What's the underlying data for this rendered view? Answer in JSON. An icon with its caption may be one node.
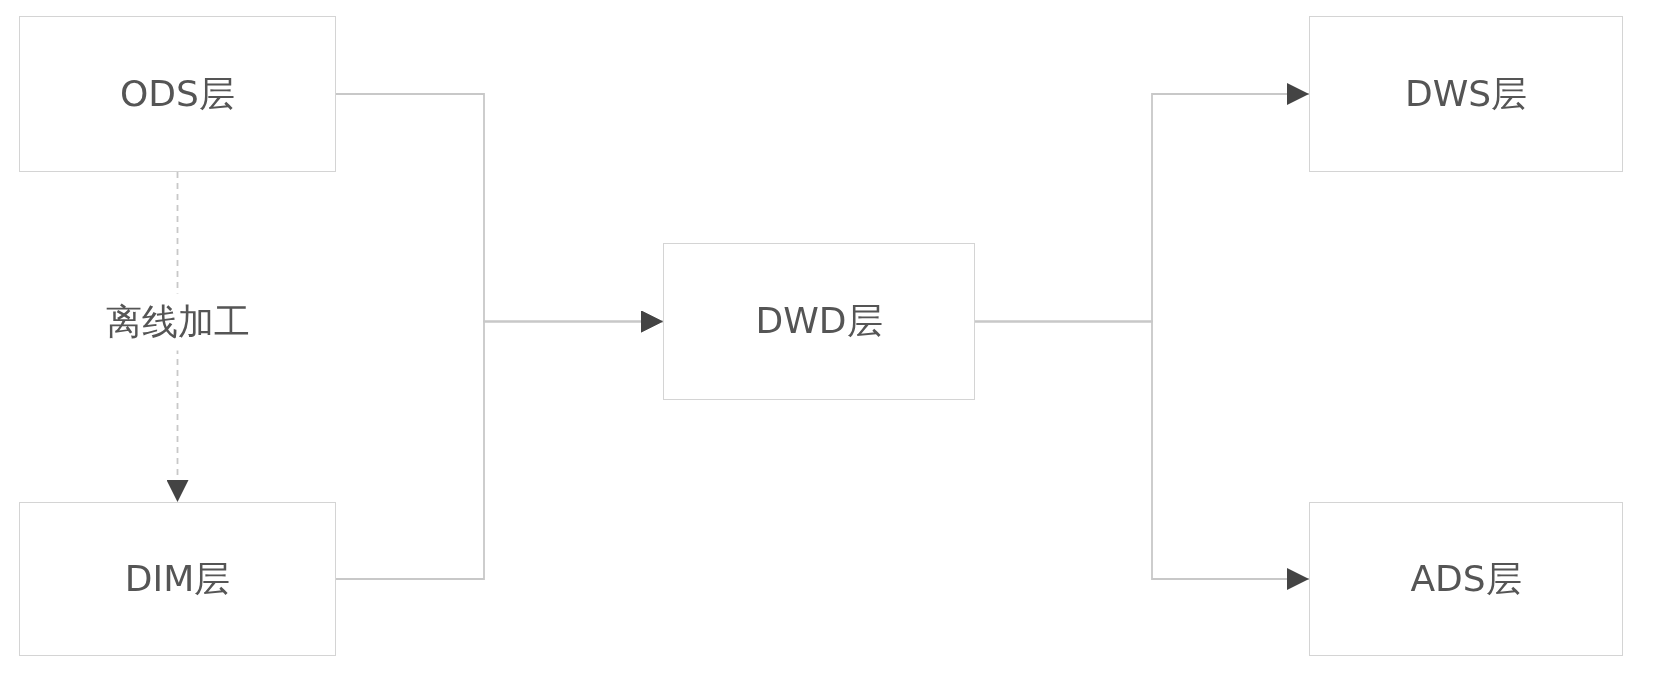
{
  "diagram": {
    "nodes": [
      {
        "text": [
          "ODS层"
        ]
      },
      {
        "text": [
          "DIM层"
        ]
      },
      {
        "text": [
          "DWD层"
        ]
      },
      {
        "text": [
          "DWS层"
        ]
      },
      {
        "text": [
          "ADS层"
        ]
      }
    ],
    "edges": [
      {
        "from": 0,
        "to": 1,
        "arrow": "to",
        "style": "dashed",
        "label": "离线加工"
      },
      {
        "from": 0,
        "to": 2,
        "arrow": "to"
      },
      {
        "from": 1,
        "to": 2,
        "arrow": "to"
      },
      {
        "from": 2,
        "to": 3,
        "arrow": "to"
      },
      {
        "from": 2,
        "to": 4,
        "arrow": "to"
      }
    ]
  }
}
